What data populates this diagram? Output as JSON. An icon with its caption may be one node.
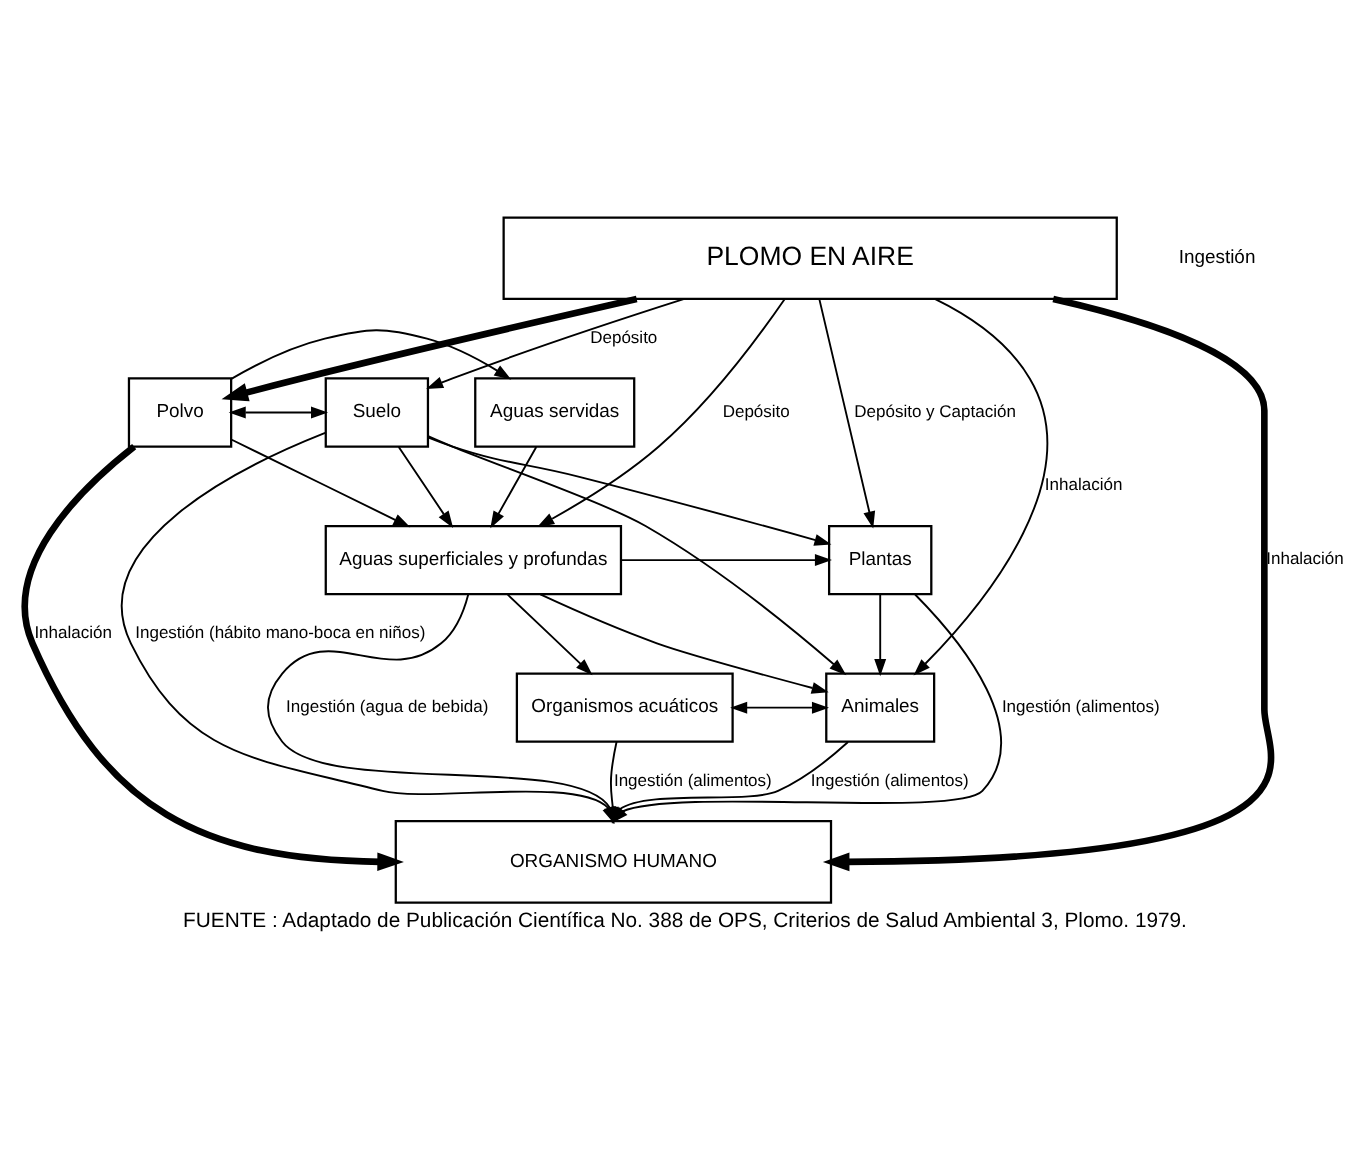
{
  "diagram": {
    "caption": "FUENTE : Adaptado de Publicación Científica No. 388 de OPS, Criterios de Salud Ambiental 3, Plomo. 1979.",
    "nodes": [
      {
        "text": [
          "PLOMO EN AIRE"
        ]
      },
      {
        "text": [
          "Polvo"
        ]
      },
      {
        "text": [
          "Aguas servidas"
        ]
      },
      {
        "text": [
          "Suelo"
        ]
      },
      {
        "text": [
          "Aguas superficiales y profundas"
        ]
      },
      {
        "text": [
          "Plantas"
        ]
      },
      {
        "text": [
          "Organismos acuáticos"
        ]
      },
      {
        "text": [
          "Animales"
        ]
      },
      {
        "text": [
          "ORGANISMO HUMANO"
        ]
      }
    ],
    "edges": [
      {
        "from": 0,
        "to": 1,
        "arrow": "to",
        "style": "thick"
      },
      {
        "from": 0,
        "to": 4,
        "arrow": "to",
        "label": "Depósito"
      },
      {
        "from": 0,
        "to": 3,
        "arrow": "to",
        "label": "Depósito"
      },
      {
        "from": 0,
        "to": 5,
        "arrow": "to",
        "label": "Depósito y Captación"
      },
      {
        "from": 0,
        "to": 7,
        "arrow": "to",
        "label": "Inhalación"
      },
      {
        "from": 0,
        "to": 8,
        "arrow": "to",
        "label": "Inhalación",
        "style": "thick"
      },
      {
        "from": 1,
        "to": 3,
        "arrow": "both"
      },
      {
        "from": 1,
        "to": 2,
        "arrow": "to"
      },
      {
        "from": 2,
        "to": 4,
        "arrow": "to"
      },
      {
        "from": 3,
        "to": 4,
        "arrow": "to"
      },
      {
        "from": 1,
        "to": 4,
        "arrow": "to"
      },
      {
        "from": 3,
        "to": 5,
        "arrow": "to"
      },
      {
        "from": 4,
        "to": 5,
        "arrow": "to"
      },
      {
        "from": 4,
        "to": 6,
        "arrow": "to"
      },
      {
        "from": 3,
        "to": 7,
        "arrow": "to"
      },
      {
        "from": 4,
        "to": 7,
        "arrow": "to"
      },
      {
        "from": 5,
        "to": 7,
        "arrow": "to"
      },
      {
        "from": 6,
        "to": 7,
        "arrow": "both"
      },
      {
        "from": 1,
        "to": 8,
        "arrow": "to",
        "label": "Inhalación",
        "style": "thick"
      },
      {
        "from": 6,
        "to": 8,
        "arrow": "to",
        "label": "Ingestión (alimentos)"
      },
      {
        "from": 4,
        "to": 8,
        "arrow": "to",
        "label": "Ingestión (agua de bebida)"
      },
      {
        "from": 3,
        "to": 8,
        "arrow": "to",
        "label": "Ingestión (hábito mano-boca en niños)"
      },
      {
        "from": 5,
        "to": 8,
        "arrow": "to",
        "label": "Ingestión (alimentos)"
      },
      {
        "from": 7,
        "to": 8,
        "arrow": "to",
        "label": "Ingestión (alimentos)"
      }
    ],
    "labels": [
      "Ingestión"
    ]
  }
}
